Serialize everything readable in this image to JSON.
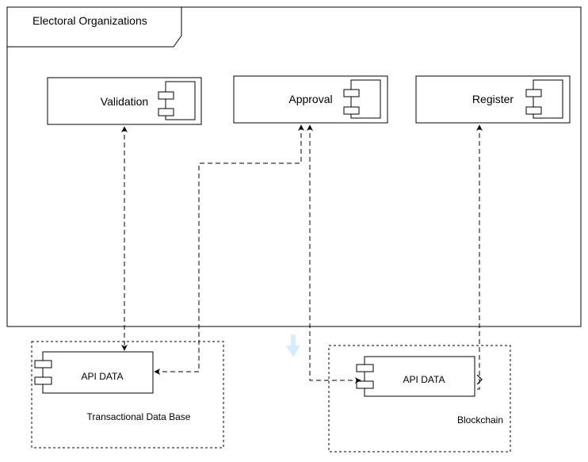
{
  "package": {
    "title": "Electoral Organizations"
  },
  "components": [
    {
      "id": "validation",
      "label": "Validation"
    },
    {
      "id": "approval",
      "label": "Approval"
    },
    {
      "id": "register",
      "label": "Register"
    }
  ],
  "external_groups": [
    {
      "id": "transactional",
      "caption": "Transactional Data Base",
      "component_label": "API DATA"
    },
    {
      "id": "blockchain",
      "caption": "Blockchain",
      "component_label": "API DATA"
    }
  ],
  "colors": {
    "stroke": "#000000",
    "hint_arrow": "#d6ecff",
    "background": "#ffffff"
  }
}
